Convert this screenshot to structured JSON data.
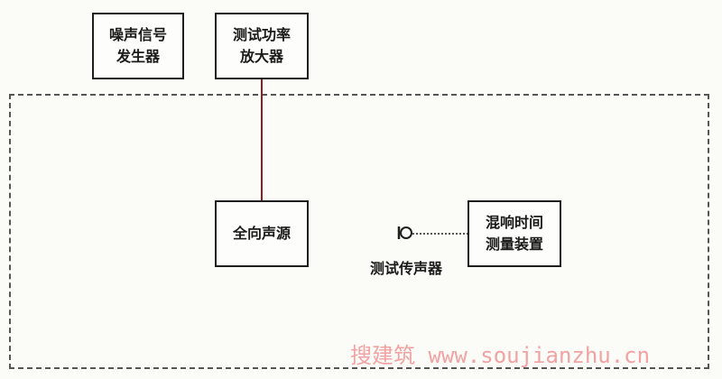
{
  "blocks": {
    "noise_generator": {
      "lines": [
        "噪声信号",
        "发生器"
      ]
    },
    "power_amplifier": {
      "lines": [
        "测试功率",
        "放大器"
      ]
    },
    "omni_source": {
      "lines": [
        "全向声源"
      ]
    },
    "rt_meter": {
      "lines": [
        "混响时间",
        "测量装置"
      ]
    }
  },
  "microphone": {
    "label": "测试传声器"
  },
  "watermark": {
    "text": "搜建筑 www.soujianzhu.cn"
  },
  "colors": {
    "line": "#1e1e1e",
    "wire": "#8a2020",
    "watermark": "#f1a3a3"
  }
}
